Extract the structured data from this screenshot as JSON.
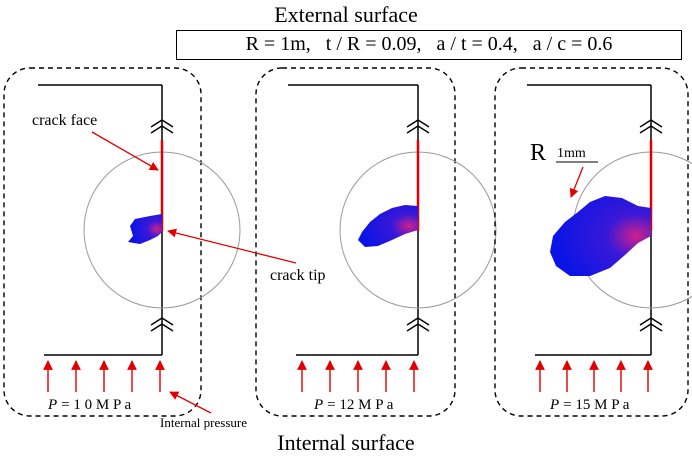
{
  "titles": {
    "top": "External surface",
    "bottom": "Internal surface"
  },
  "parameters": {
    "R": "R = 1m",
    "t_over_R": "t / R = 0.09",
    "a_over_t": "a / t = 0.4",
    "a_over_c": "a / c = 0.6"
  },
  "annotations": {
    "crack_face": "crack face",
    "crack_tip": "crack tip",
    "internal_pressure": "Internal pressure",
    "radius_symbol": "R",
    "radius_value": "1mm"
  },
  "panels": [
    {
      "pressure_label": "P",
      "pressure_value": "= 1 0 M P a",
      "plastic_zone_size": "small"
    },
    {
      "pressure_label": "P",
      "pressure_value": "= 12 M P a",
      "plastic_zone_size": "medium"
    },
    {
      "pressure_label": "P",
      "pressure_value": "= 15 M P a",
      "plastic_zone_size": "large"
    }
  ],
  "colors": {
    "crack_face": "#e00000",
    "arrows": "#e00000",
    "plastic_zone": "#0a14e6",
    "plastic_zone_core": "#d0208a",
    "circle": "#9a9a9a",
    "frame": "#000000"
  }
}
